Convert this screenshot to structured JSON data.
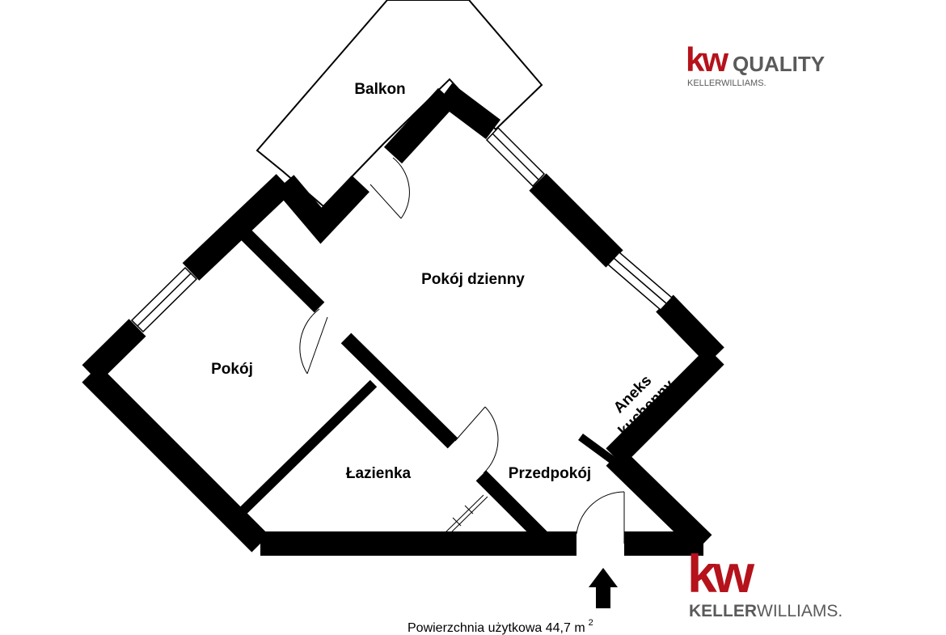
{
  "rooms": {
    "balcony": "Balkon",
    "living_room": "Pokój dzienny",
    "room": "Pokój",
    "kitchenette_line1": "Aneks",
    "kitchenette_line2": "kuchenny",
    "bathroom": "Łazienka",
    "hallway": "Przedpokój"
  },
  "caption": {
    "area_label": "Powierzchnia użytkowa 44,7 m",
    "area_superscript": "2"
  },
  "logo_top": {
    "mark": "kw",
    "word": "QUALITY",
    "sub": "KELLERWILLIAMS."
  },
  "logo_bottom": {
    "mark": "kw",
    "word_bold": "KELLER",
    "word_light": "WILLIAMS."
  },
  "icons": {
    "entrance": "entrance-arrow-icon"
  },
  "colors": {
    "wall": "#000000",
    "brand_red": "#b5121b",
    "brand_gray": "#5a5a5a",
    "background": "#ffffff"
  }
}
